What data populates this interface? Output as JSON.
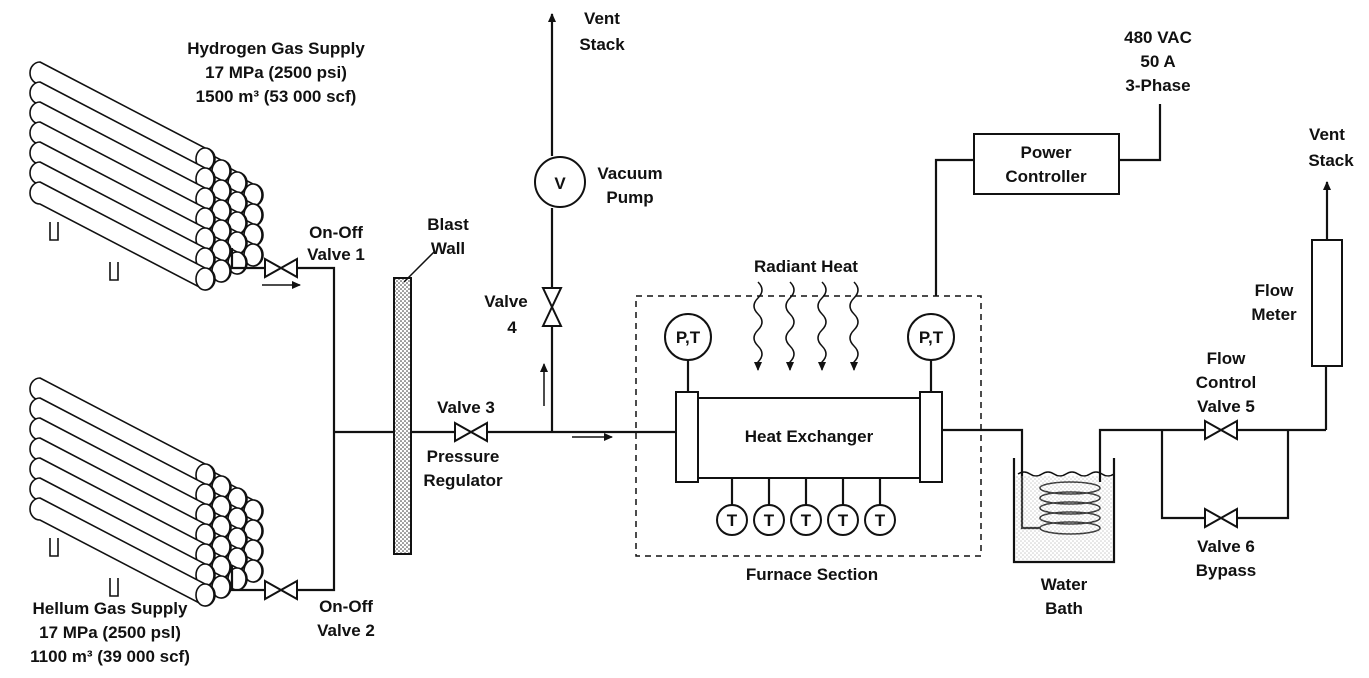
{
  "hydrogen_supply": {
    "name": "Hydrogen Gas Supply",
    "pressure": "17 MPa (2500 psi)",
    "volume": "1500 m³ (53 000 scf)"
  },
  "helium_supply": {
    "name": "Hellum Gas Supply",
    "pressure": "17 MPa (2500 psl)",
    "volume": "1100 m³ (39 000 scf)"
  },
  "valves": {
    "valve1": [
      "On-Off",
      "Valve 1"
    ],
    "valve2": [
      "On-Off",
      "Valve 2"
    ],
    "valve3": "Valve 3",
    "pressure_regulator": [
      "Pressure",
      "Regulator"
    ],
    "valve4": [
      "Valve",
      "4"
    ],
    "valve5": [
      "Flow",
      "Control",
      "Valve 5"
    ],
    "valve6": [
      "Valve 6",
      "Bypass"
    ]
  },
  "blast_wall": [
    "Blast",
    "Wall"
  ],
  "vacuum_pump": {
    "symbol": "V",
    "label": [
      "Vacuum",
      "Pump"
    ]
  },
  "vent_stack_1": [
    "Vent",
    "Stack"
  ],
  "vent_stack_2": [
    "Vent",
    "Stack"
  ],
  "power_supply": [
    "480 VAC",
    "50 A",
    "3-Phase"
  ],
  "power_controller": [
    "Power",
    "Controller"
  ],
  "radiant_heat": "Radiant Heat",
  "heat_exchanger": "Heat Exchanger",
  "pt_sensor": "P,T",
  "t_sensor": "T",
  "furnace_section": "Furnace Section",
  "water_bath": [
    "Water",
    "Bath"
  ],
  "flow_meter": [
    "Flow",
    "Meter"
  ]
}
